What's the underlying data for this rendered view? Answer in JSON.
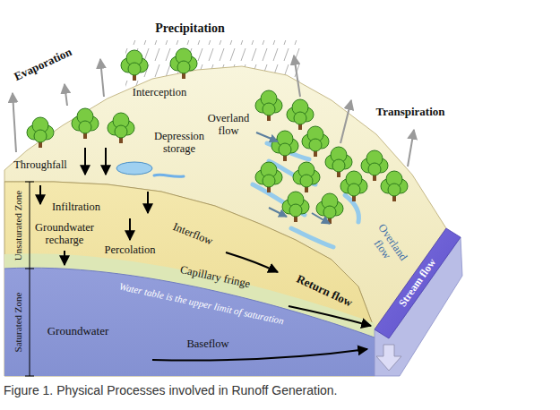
{
  "diagram": {
    "caption": "Figure 1. Physical Processes involved in Runoff Generation.",
    "labels": [
      "Precipitation",
      "Evaporation",
      "Interception",
      "Overland flow",
      "Transpiration",
      "Depression storage",
      "Throughfall",
      "Infiltration",
      "Interflow",
      "Groundwater recharge",
      "Percolation",
      "Capillary fringe",
      "Water table is the upper limit of saturation",
      "Overland flow",
      "Return flow",
      "Stream flow",
      "Groundwater",
      "Baseflow",
      "Unsaturated Zone",
      "Saturated Zone"
    ]
  }
}
